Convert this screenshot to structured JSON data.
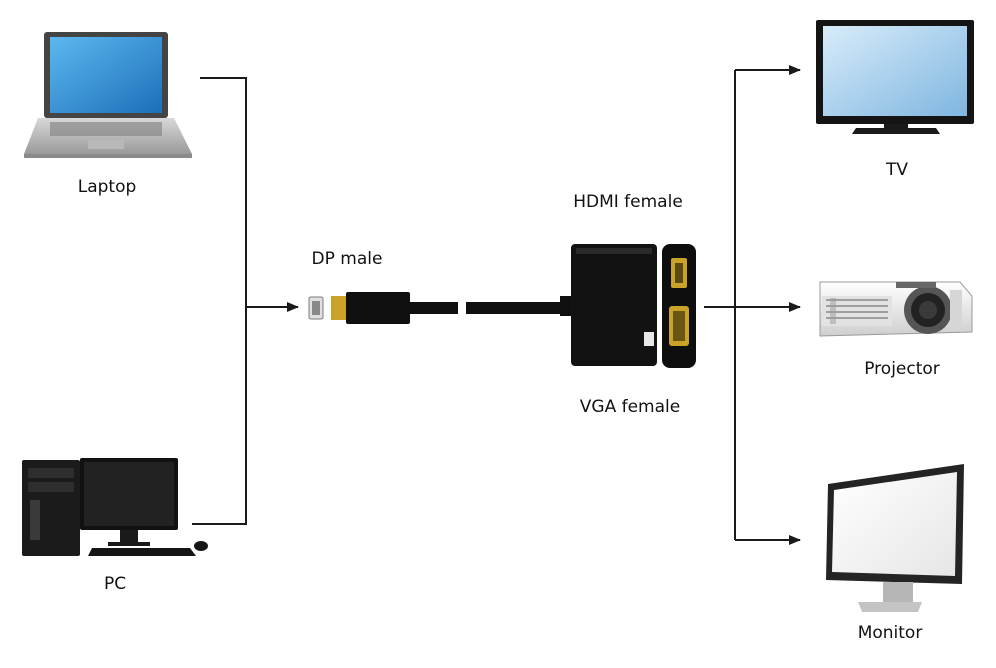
{
  "sources": {
    "laptop_label": "Laptop",
    "pc_label": "PC"
  },
  "adapter": {
    "dp_label": "DP male",
    "hdmi_label": "HDMI female",
    "vga_label": "VGA female"
  },
  "outputs": {
    "tv_label": "TV",
    "projector_label": "Projector",
    "monitor_label": "Monitor"
  },
  "colors": {
    "line": "#1a1a1a",
    "screen_blue": "#2f8fd8",
    "device_black": "#111111",
    "gold": "#c9a227"
  }
}
